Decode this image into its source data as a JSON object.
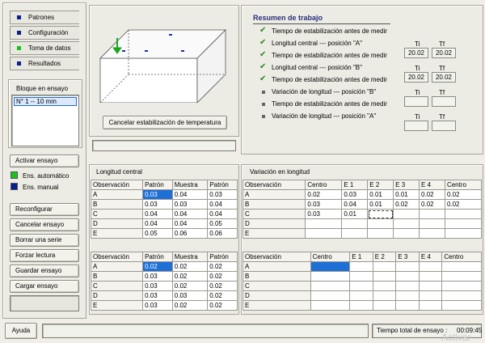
{
  "nav": {
    "items": [
      {
        "label": "Patrones",
        "color": "#0a1f8f"
      },
      {
        "label": "Configuración",
        "color": "#0a1f8f"
      },
      {
        "label": "Toma de datos",
        "color": "#15c21f"
      },
      {
        "label": "Resultados",
        "color": "#0a1f8f"
      }
    ]
  },
  "bloque": {
    "title": "Bloque en ensayo",
    "selected": "N° 1 -- 10 mm"
  },
  "activar_label": "Activar ensayo",
  "modes": [
    {
      "label": "Ens. automático",
      "color": "#15c21f"
    },
    {
      "label": "Ens. manual",
      "color": "#0a1f8f"
    }
  ],
  "actions": [
    "Reconfigurar",
    "Cancelar ensayo",
    "Borrar una serie",
    "Forzar lectura",
    "Guardar ensayo",
    "Cargar ensayo"
  ],
  "cancel_temp_label": "Cancelar estabilización de temperatura",
  "resumen": {
    "title": "Resumen de trabajo",
    "rows": [
      {
        "text": "Tiempo de estabilización antes de medir",
        "done": true
      },
      {
        "text": "Longitud central  ---  posición \"A\"",
        "done": true
      },
      {
        "text": "Tiempo de estabilización antes de medir",
        "done": true
      },
      {
        "text": "Longitud central  ---  posición \"B\"",
        "done": true
      },
      {
        "text": "Tiempo de estabilización antes de medir",
        "done": true
      },
      {
        "text": "Variación de longitud  ---  posición \"B\"",
        "done": false
      },
      {
        "text": "Tiempo de estabilización antes de medir",
        "done": false
      },
      {
        "text": "Variación de longitud  ---  posición \"A\"",
        "done": false
      }
    ],
    "ti_label": "Ti",
    "tf_label": "Tf",
    "pairs": [
      {
        "ti": "20.02",
        "tf": "20.02"
      },
      {
        "ti": "20.02",
        "tf": "20.02"
      },
      {
        "ti": "",
        "tf": ""
      },
      {
        "ti": "",
        "tf": ""
      }
    ]
  },
  "long_central": {
    "title": "Longitud central",
    "headers": [
      "Observación",
      "Patrón",
      "Muestra",
      "Patrón"
    ],
    "table1": [
      [
        "A",
        "0.03",
        "0.04",
        "0.03"
      ],
      [
        "B",
        "0.03",
        "0.03",
        "0.04"
      ],
      [
        "C",
        "0.04",
        "0.04",
        "0.04"
      ],
      [
        "D",
        "0.04",
        "0.04",
        "0.05"
      ],
      [
        "E",
        "0.05",
        "0.06",
        "0.06"
      ]
    ],
    "table2": [
      [
        "A",
        "0.02",
        "0.02",
        "0.02"
      ],
      [
        "B",
        "0.03",
        "0.02",
        "0.02"
      ],
      [
        "C",
        "0.03",
        "0.02",
        "0.02"
      ],
      [
        "D",
        "0.03",
        "0.03",
        "0.02"
      ],
      [
        "E",
        "0.03",
        "0.02",
        "0.02"
      ]
    ]
  },
  "variacion": {
    "title": "Variación en longitud",
    "headers": [
      "Observación",
      "Centro",
      "E 1",
      "E 2",
      "E 3",
      "E 4",
      "Centro"
    ],
    "table1": [
      [
        "A",
        "0.02",
        "0.03",
        "0.01",
        "0.01",
        "0.02",
        "0.02"
      ],
      [
        "B",
        "0.03",
        "0.04",
        "0.01",
        "0.02",
        "0.02",
        "0.02"
      ],
      [
        "C",
        "0.03",
        "0.01",
        "",
        "",
        "",
        ""
      ],
      [
        "D",
        "",
        "",
        "",
        "",
        "",
        ""
      ],
      [
        "E",
        "",
        "",
        "",
        "",
        "",
        ""
      ]
    ],
    "table2": [
      [
        "A",
        "",
        "",
        "",
        "",
        "",
        ""
      ],
      [
        "B",
        "",
        "",
        "",
        "",
        "",
        ""
      ],
      [
        "C",
        "",
        "",
        "",
        "",
        "",
        ""
      ],
      [
        "D",
        "",
        "",
        "",
        "",
        "",
        ""
      ],
      [
        "E",
        "",
        "",
        "",
        "",
        "",
        ""
      ]
    ]
  },
  "footer": {
    "help_label": "Ayuda",
    "total_label": "Tiempo total de ensayo :",
    "total_value": "00:09:45",
    "watermark": "Activar"
  }
}
